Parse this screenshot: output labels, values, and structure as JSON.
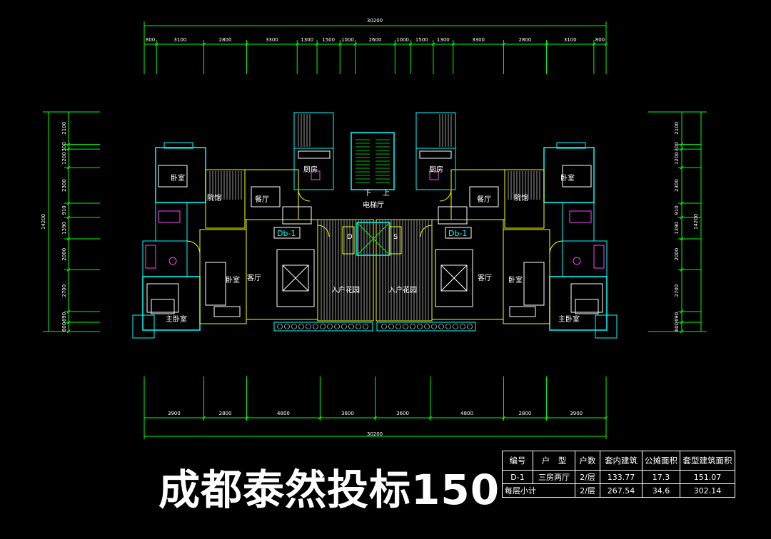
{
  "title": "成都泰然投标150",
  "dimensions": {
    "top_total": "30200",
    "top_segments": [
      "800",
      "3100",
      "2800",
      "3300",
      "1300",
      "1500",
      "1000",
      "2600",
      "1000",
      "1500",
      "1300",
      "3300",
      "2800",
      "3100",
      "800"
    ],
    "bottom_total": "30200",
    "bottom_segments": [
      "3900",
      "2800",
      "4800",
      "3600",
      "3600",
      "4800",
      "2800",
      "3900"
    ],
    "left_total": "14200",
    "left_segments": [
      "2100",
      "300",
      "1200",
      "2300",
      "910",
      "1390",
      "2000",
      "2700",
      "690",
      "600"
    ],
    "right_total": "14200",
    "right_segments": [
      "2100",
      "300",
      "1200",
      "2300",
      "910",
      "1390",
      "2000",
      "2700",
      "690",
      "600"
    ]
  },
  "rooms": {
    "bedroom": "卧室",
    "study": "院馆",
    "dining": "餐厅",
    "kitchen": "厨房",
    "living": "客厅",
    "master_bedroom": "主卧室",
    "entry_garden": "入户花园",
    "elevator_hall": "电梯厅",
    "stair_down": "下",
    "stair_up": "上",
    "d_mark": "D",
    "s_mark": "S",
    "unit_tag": "Db-1"
  },
  "area_table": {
    "headers": [
      "编号",
      "户　型",
      "户数",
      "套内建筑",
      "公摊面积",
      "套型建筑面积"
    ],
    "rows": [
      [
        "D-1",
        "三房两厅",
        "2/层",
        "133.77",
        "17.3",
        "151.07"
      ],
      [
        "每层小计",
        "",
        "2/层",
        "267.54",
        "34.6",
        "302.14"
      ]
    ]
  },
  "colors": {
    "background": "#000000",
    "dimension": "#00ff00",
    "wall_outer": "#00ffff",
    "wall_inner": "#ffff00",
    "furniture": "#ffffff",
    "sanitary": "#ff44ff"
  }
}
